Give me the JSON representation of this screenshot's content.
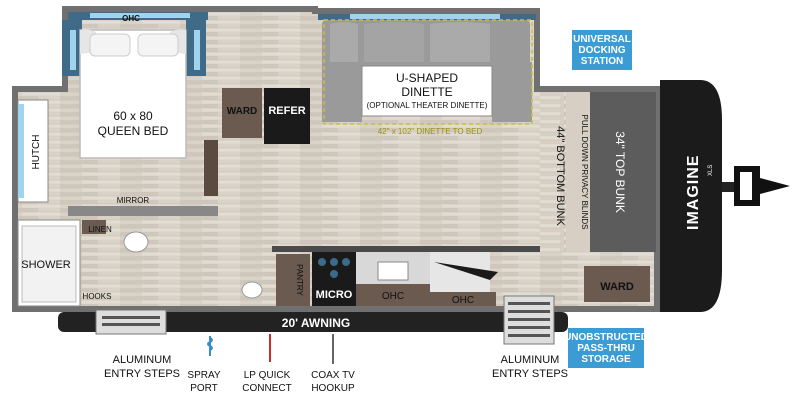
{
  "rooms": {
    "ohc_top": "OHC",
    "bed_size": "60 x 80",
    "bed_name": "QUEEN BED",
    "hutch": "HUTCH",
    "ward_top": "WARD",
    "refer": "REFER",
    "dinette_line1": "U-SHAPED",
    "dinette_line2": "DINETTE",
    "dinette_option": "(OPTIONAL THEATER DINETTE)",
    "dinette_bed_note": "42\" x 102\" DINETTE TO BED",
    "bottom_bunk": "44\" BOTTOM BUNK",
    "privacy_blinds": "PULL DOWN PRIVACY BLINDS",
    "top_bunk": "34\" TOP BUNK",
    "mirror": "MIRROR",
    "linen": "LINEN",
    "shower": "SHOWER",
    "hooks": "HOOKS",
    "pantry": "PANTRY",
    "micro": "MICRO",
    "ohc_mid": "OHC",
    "ohc_right": "OHC",
    "ward_bottom": "WARD",
    "awning": "20' AWNING",
    "brand": "IMAGINE",
    "brand_sub": "XLS"
  },
  "callouts": {
    "docking_line1": "UNIVERSAL",
    "docking_line2": "DOCKING",
    "docking_line3": "STATION",
    "storage_line1": "UNOBSTRUCTED",
    "storage_line2": "PASS-THRU",
    "storage_line3": "STORAGE"
  },
  "bottom_labels": {
    "steps_left_1": "ALUMINUM",
    "steps_left_2": "ENTRY STEPS",
    "spray_1": "SPRAY",
    "spray_2": "PORT",
    "lp_1": "LP QUICK",
    "lp_2": "CONNECT",
    "coax_1": "COAX TV",
    "coax_2": "HOOKUP",
    "steps_right_1": "ALUMINUM",
    "steps_right_2": "ENTRY STEPS"
  },
  "colors": {
    "wall": "#6b6b6b",
    "floor": "#d9d2c7",
    "cabinet": "#5a4a40",
    "sofa": "#9a9a9a",
    "callout": "#3a9bd5",
    "window": "#9fd3ee",
    "accent_yellow": "#c8c043",
    "lp_red": "#d12a2a"
  }
}
